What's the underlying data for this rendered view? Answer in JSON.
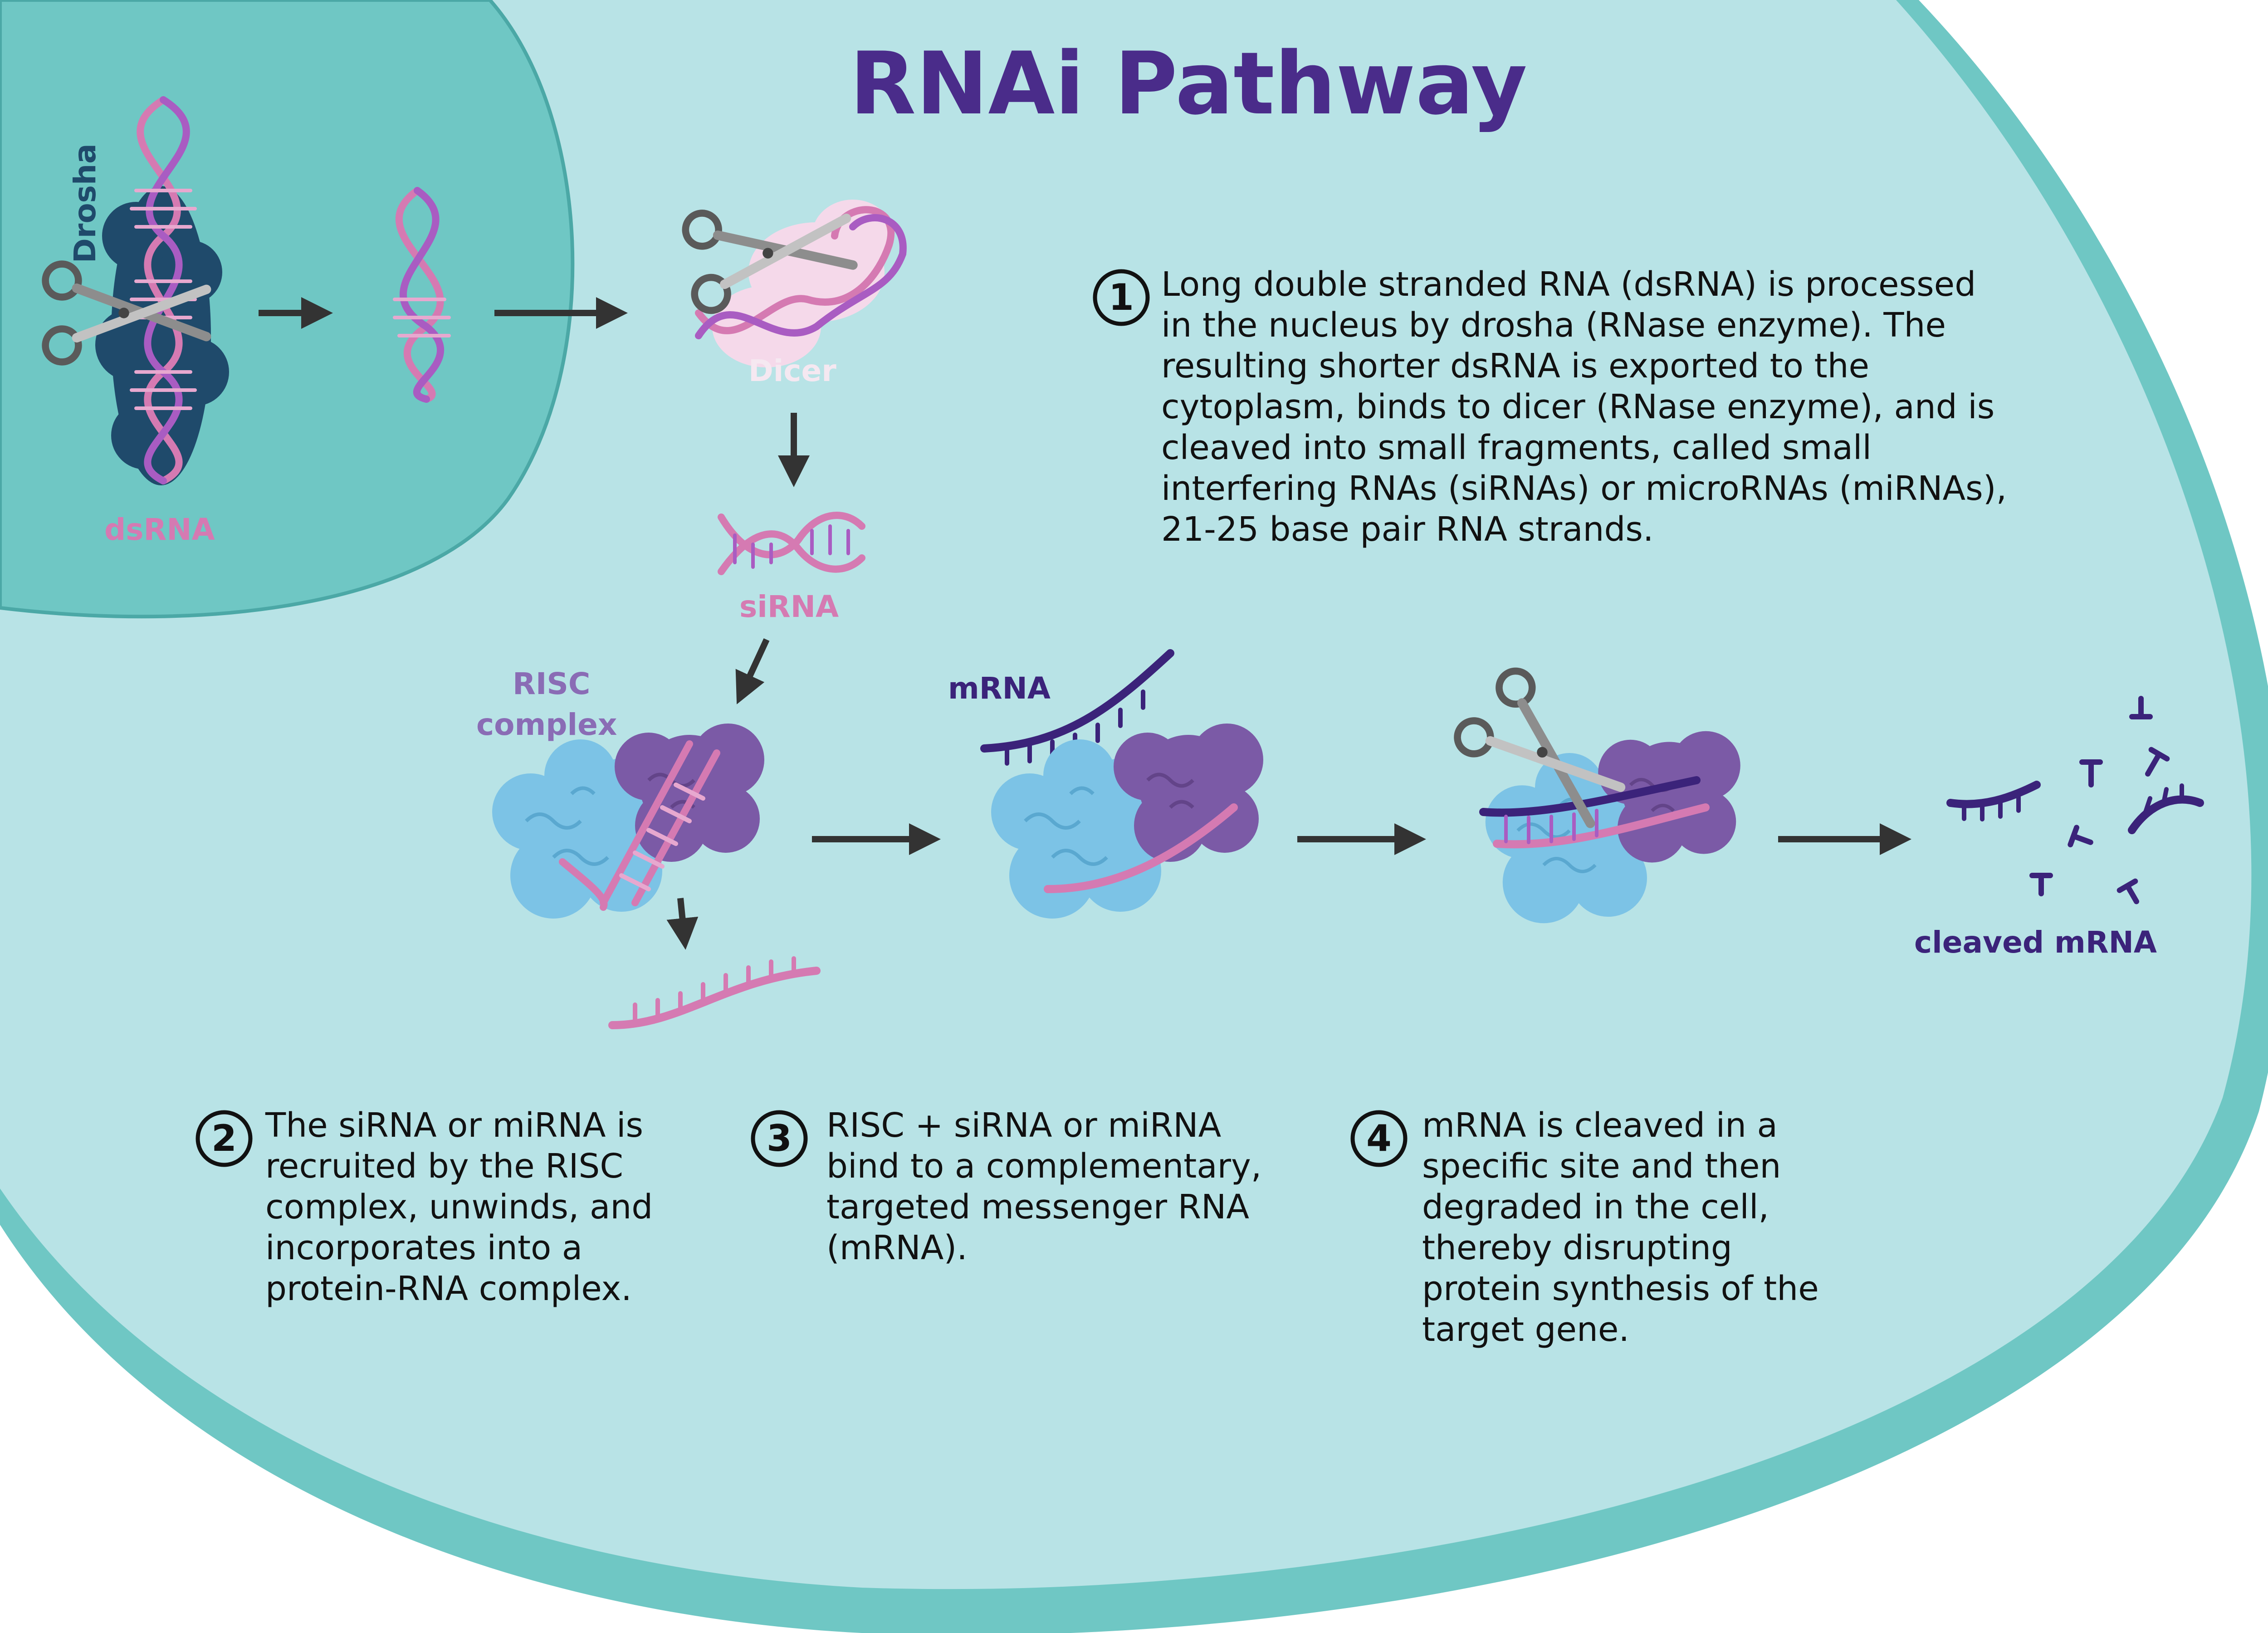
{
  "title": "RNAi Pathway",
  "colors": {
    "cell_outer": "#6fc7c4",
    "cytoplasm": "#b8e3e6",
    "nucleus": "#6fc7c4",
    "title": "#4a2c8a",
    "dsrna_pink": "#d57ab2",
    "dsrna_purple": "#a95cc2",
    "dicer": "#f5d9ea",
    "drosha": "#1f4a6b",
    "risc_blue": "#7cc3e6",
    "risc_purple": "#7b5aa6",
    "mrna": "#3b237a",
    "arrow": "#333333"
  },
  "labels": {
    "drosha": "Drosha",
    "dsrna": "dsRNA",
    "dicer": "Dicer",
    "sirna": "siRNA",
    "risc_line1": "RISC",
    "risc_line2": "complex",
    "mrna": "mRNA",
    "cleaved_mrna": "cleaved mRNA"
  },
  "steps": [
    {
      "number": "1",
      "lines": [
        "Long double stranded RNA (dsRNA) is processed",
        "in the nucleus by drosha (RNase enzyme). The",
        "resulting shorter dsRNA is exported to the",
        "cytoplasm, binds to dicer (RNase enzyme), and is",
        "cleaved into small fragments, called small",
        "interfering RNAs (siRNAs) or microRNAs (miRNAs),",
        "21-25 base pair RNA strands."
      ]
    },
    {
      "number": "2",
      "lines": [
        "The siRNA or miRNA is",
        "recruited by the RISC",
        "complex, unwinds, and",
        "incorporates into a",
        "protein-RNA complex."
      ]
    },
    {
      "number": "3",
      "lines": [
        "RISC + siRNA or miRNA",
        "bind to a complementary,",
        "targeted messenger RNA",
        "(mRNA)."
      ]
    },
    {
      "number": "4",
      "lines": [
        "mRNA is cleaved in a",
        "specific site and then",
        "degraded in the cell,",
        "thereby disrupting",
        "protein synthesis of the",
        "target gene."
      ]
    }
  ],
  "icons": {
    "scissors": "scissors-icon",
    "arrow": "arrow-icon",
    "helix": "rna-helix-icon",
    "protein": "protein-complex-icon"
  }
}
